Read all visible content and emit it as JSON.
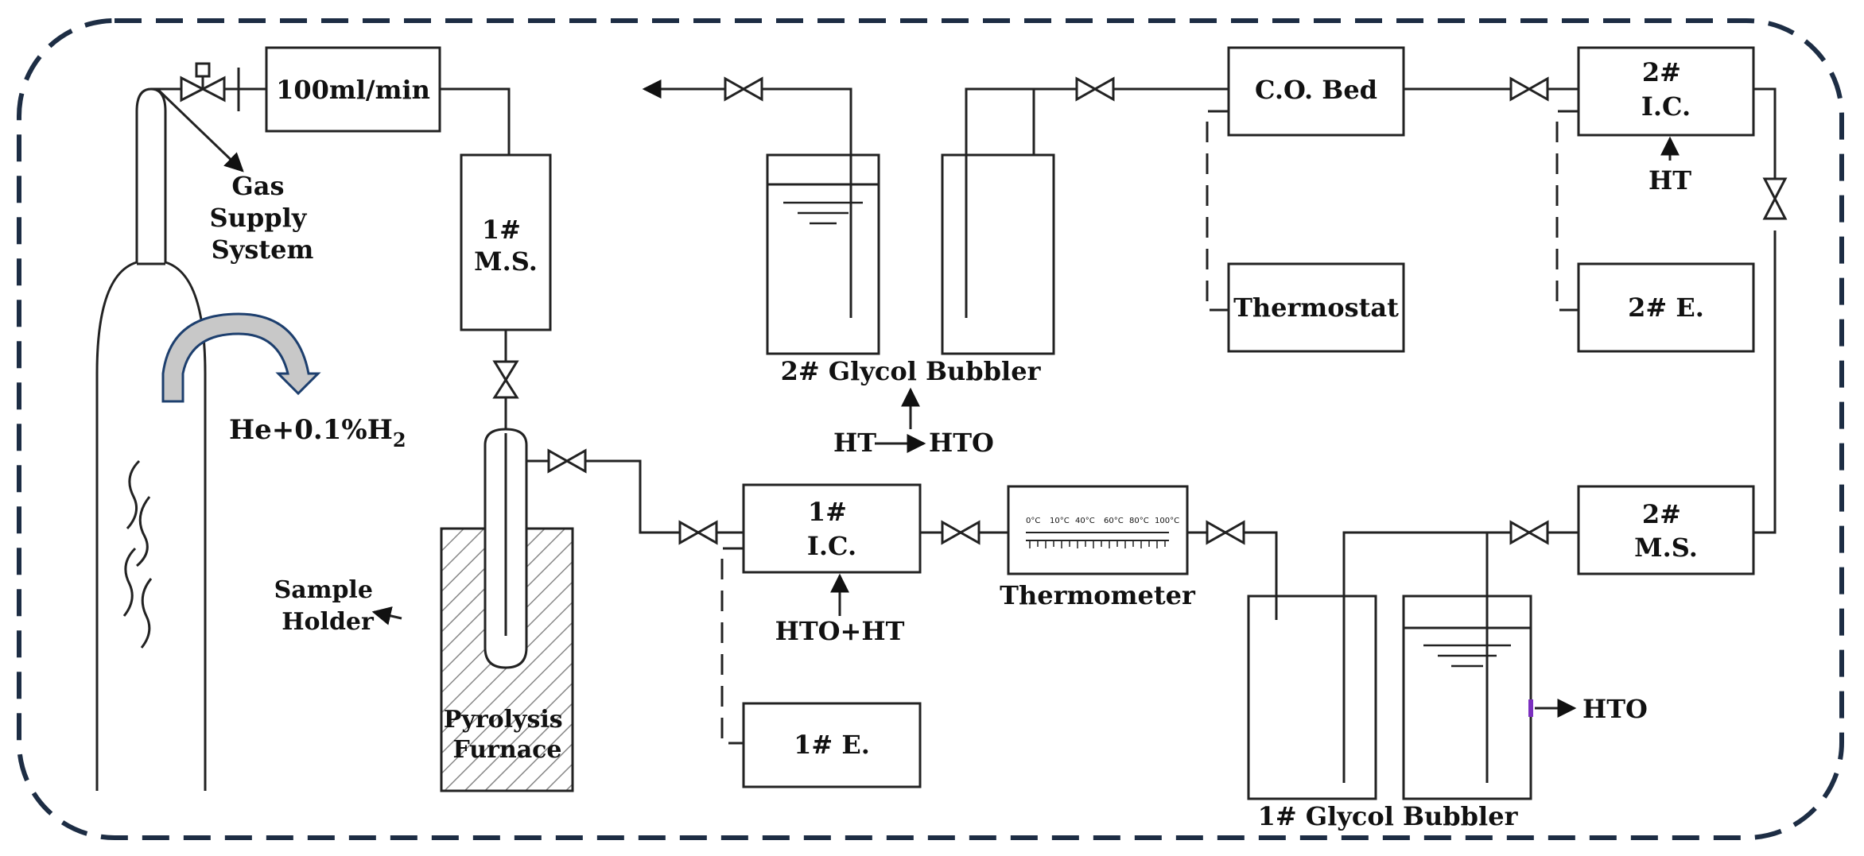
{
  "labels": {
    "flow_meter": "100ml/min",
    "gas_supply": [
      "Gas",
      "Supply",
      "System"
    ],
    "gas_mix_prefix": "He+0.1%H",
    "gas_mix_sub": "2",
    "ms1": [
      "1#",
      "M.S."
    ],
    "sample_holder": [
      "Sample",
      "Holder"
    ],
    "furnace": [
      "Pyrolysis",
      "Furnace"
    ],
    "glycol_bubbler_2": "2# Glycol Bubbler",
    "ht_to_hto_left": "HT",
    "ht_to_hto_right": "HTO",
    "ic1": [
      "1#",
      "I.C."
    ],
    "hto_ht": "HTO+HT",
    "e1": "1# E.",
    "thermometer": "Thermometer",
    "thermo_ticks": [
      "0°C",
      "10°C",
      "40°C",
      "60°C",
      "80°C",
      "100°C"
    ],
    "co_bed": "C.O. Bed",
    "thermostat": "Thermostat",
    "ic2": [
      "2#",
      "I.C."
    ],
    "ht_label": "HT",
    "e2": "2# E.",
    "ms2": [
      "2#",
      "M.S."
    ],
    "glycol_bubbler_1": "1# Glycol Bubbler",
    "hto_out": "HTO"
  },
  "colors": {
    "frame": "#1d2d44",
    "line": "#222222",
    "furnace_hatch": "#888888",
    "curved_arrow_fill": "#c8c8c8",
    "curved_arrow_stroke": "#1d3f6e",
    "outlet_mark": "#7b2fbf"
  }
}
